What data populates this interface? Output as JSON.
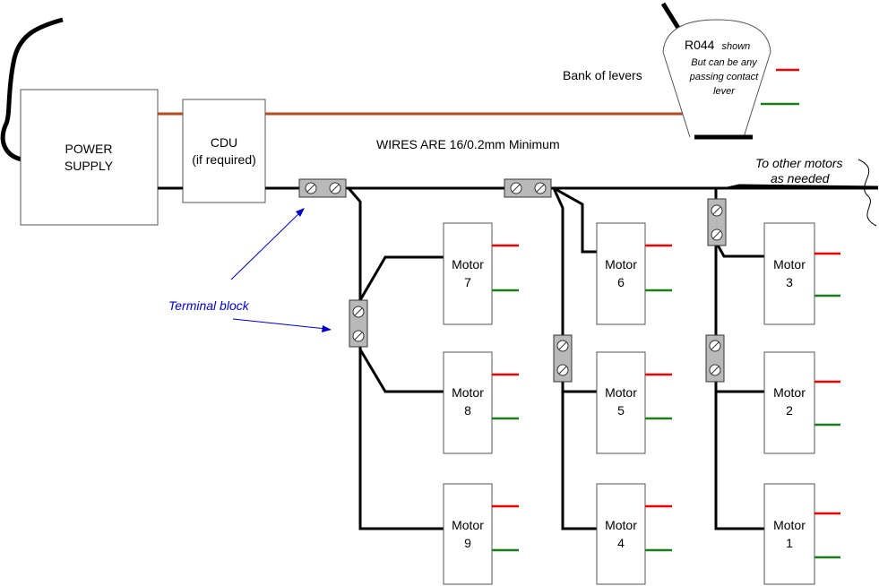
{
  "power_supply": {
    "line1": "POWER",
    "line2": "SUPPLY"
  },
  "cdu": {
    "line1": "CDU",
    "line2": "(if required)"
  },
  "wires_note": "WIRES ARE 16/0.2mm Minimum",
  "levers_label": "Bank of levers",
  "lever": {
    "model": "R044",
    "shown": "shown",
    "line2": "But can be any",
    "line3": "passing contact",
    "line4": "lever"
  },
  "other_motors": {
    "line1": "To other motors",
    "line2": "as needed"
  },
  "terminal_label": "Terminal block",
  "motor_word": "Motor",
  "motors": [
    "7",
    "8",
    "9",
    "6",
    "5",
    "4",
    "3",
    "2",
    "1"
  ],
  "colors": {
    "common": "#000000",
    "feed": "#b5491f",
    "red_lead": "#ee0000",
    "green_lead": "#1a7f1a",
    "annotation": "#0000cc"
  }
}
